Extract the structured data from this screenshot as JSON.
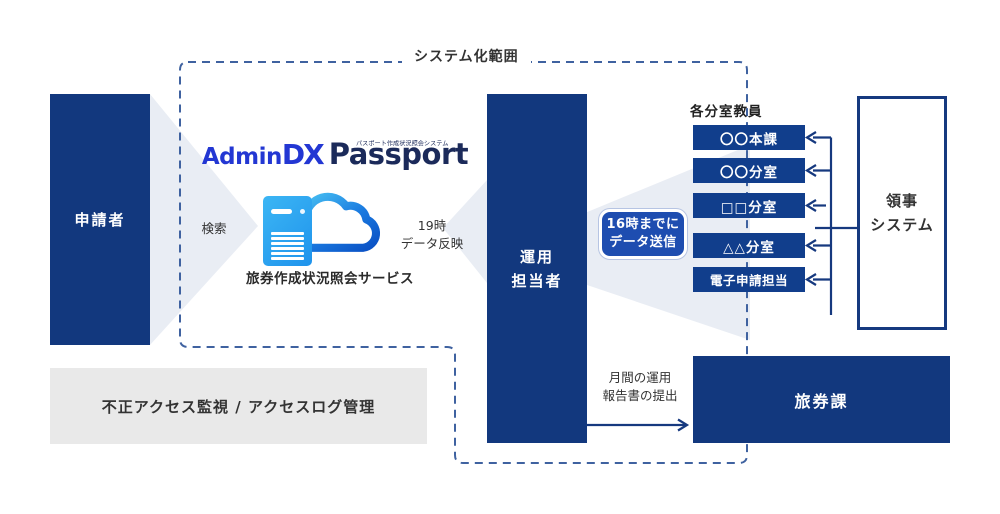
{
  "scope": {
    "label": "システム化範囲"
  },
  "applicant": {
    "label": "申請者"
  },
  "logo": {
    "admin": "Admin",
    "dx": "DX",
    "product": "Passport",
    "tagline": "パスポート作成状況照会システム",
    "service_name": "旅券作成状況照会サービス"
  },
  "flows": {
    "search": "検索",
    "reflect_line1": "19時",
    "reflect_line2": "データ反映",
    "send_badge_line1": "16時までに",
    "send_badge_line2": "データ送信",
    "report_line1": "月間の運用",
    "report_line2": "報告書の提出"
  },
  "operator": {
    "line1": "運用",
    "line2": "担当者"
  },
  "branches": {
    "header": "各分室教員",
    "items": [
      "〇〇本課",
      "〇〇分室",
      "□□分室",
      "△△分室",
      "電子申請担当"
    ]
  },
  "consul": {
    "line1": "領事",
    "line2": "システム"
  },
  "passport_division": {
    "label": "旅券課"
  },
  "security": {
    "label": "不正アクセス監視 / アクセスログ管理"
  },
  "colors": {
    "navy_box": "#12387e",
    "branch_box": "#113e8c",
    "badge_blue": "#1e4db0",
    "line_navy": "#16397f",
    "dash_blue": "#3f62a0",
    "beam": "#e9edf4",
    "server_blue": "#2fa3f0",
    "cloud_light": "#4cc7f4",
    "cloud_dark": "#0a50c4",
    "logo_blue": "#2337d3",
    "logo_navy": "#1b2a5a",
    "gray_bg": "#e9e9e9"
  }
}
